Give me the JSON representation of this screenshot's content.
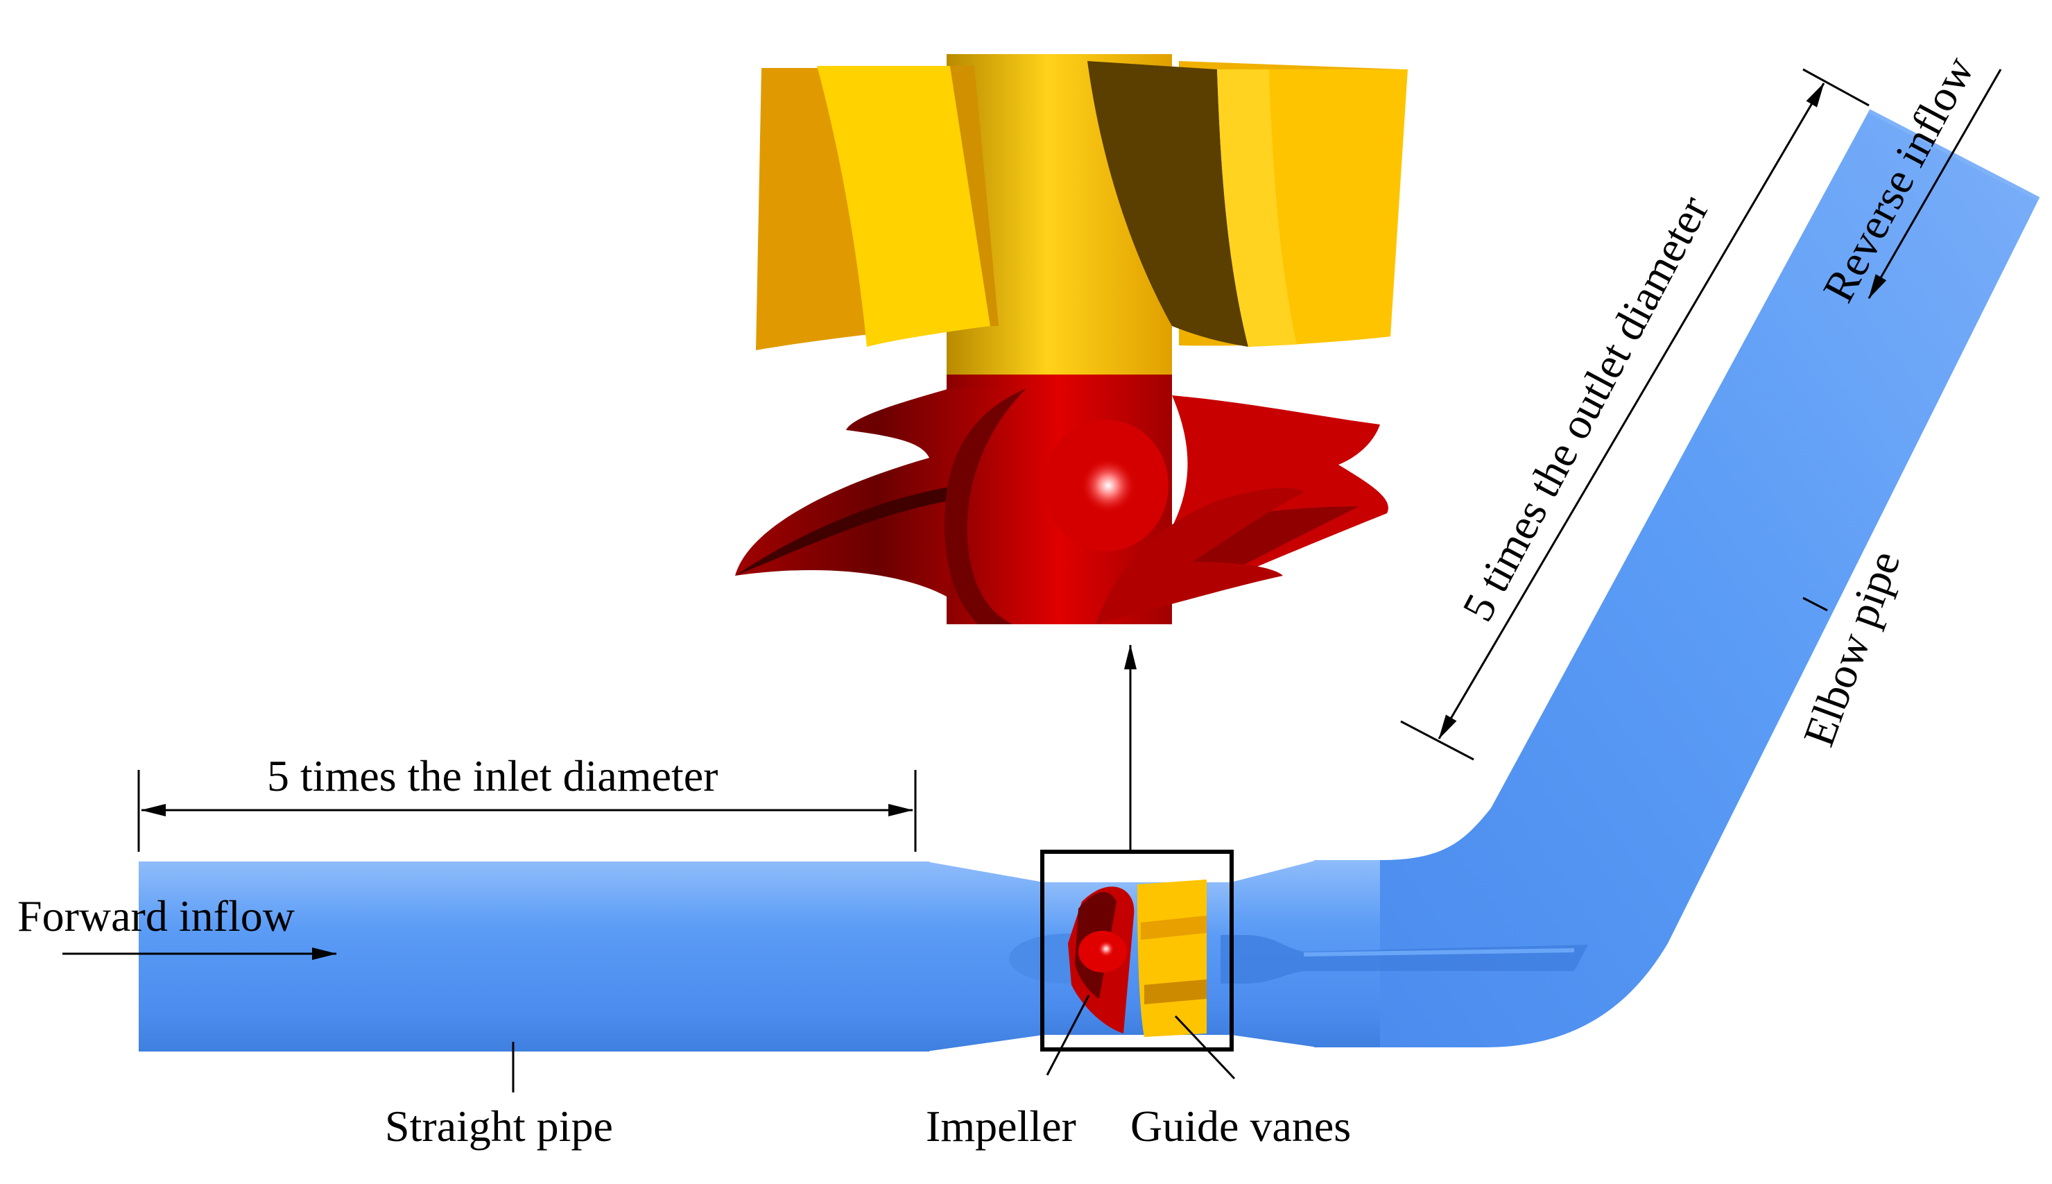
{
  "labels": {
    "inlet_dimension": "5 times the inlet diameter",
    "outlet_dimension": "5 times the outlet diameter",
    "forward_inflow": "Forward inflow",
    "reverse_inflow": "Reverse inflow",
    "straight_pipe": "Straight pipe",
    "elbow_pipe": "Elbow pipe",
    "impeller": "Impeller",
    "guide_vanes": "Guide vanes"
  },
  "colors": {
    "pipe_blue": "#5b9cf6",
    "pipe_blue_light": "#8fbcfa",
    "pipe_blue_dark": "#3f7fdf",
    "impeller_red": "#c80000",
    "impeller_dark": "#5a0000",
    "vane_yellow": "#ffcc00",
    "vane_orange": "#e8a000",
    "vane_brown": "#5a3f00",
    "annotation": "#000000"
  }
}
